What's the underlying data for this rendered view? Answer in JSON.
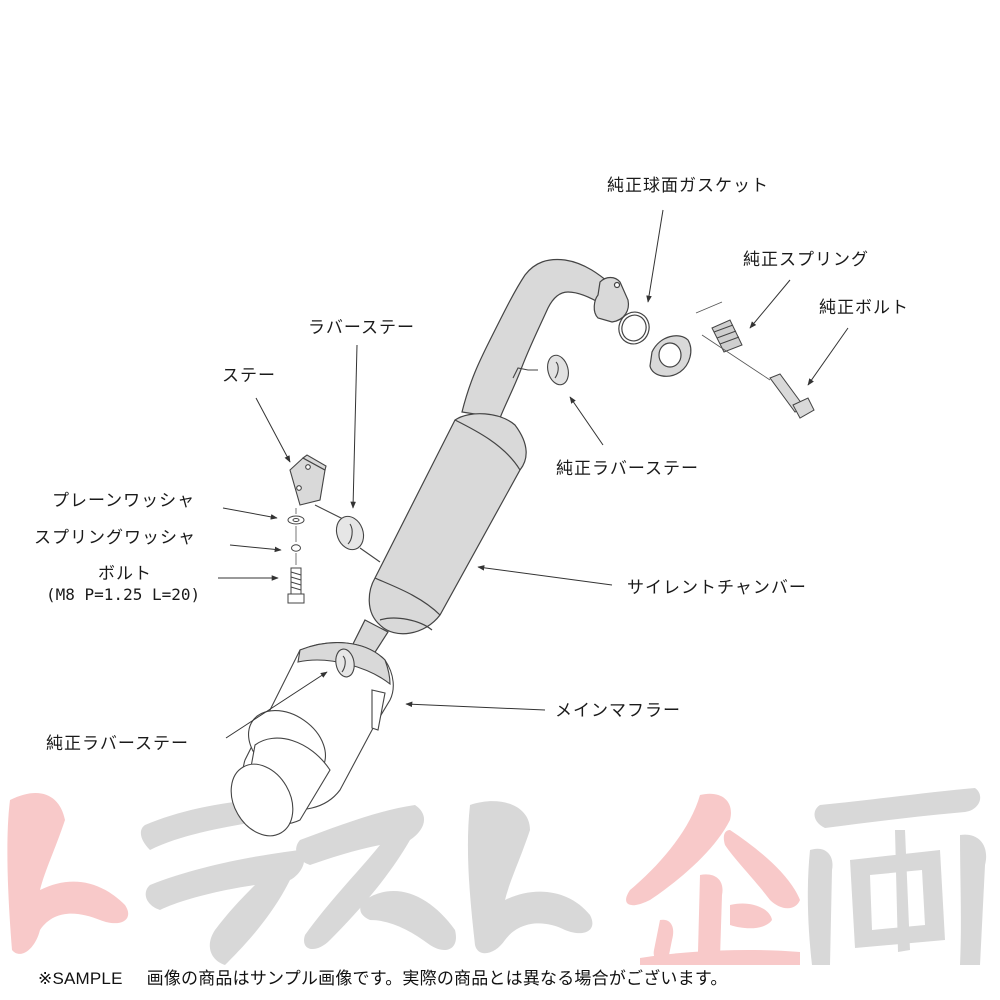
{
  "diagram": {
    "title": "Exhaust system exploded parts diagram",
    "colors": {
      "part_fill": "#d9d9d9",
      "line": "#333333",
      "watermark_red": "#f8c6c6",
      "watermark_gray": "#d6d6d6"
    },
    "labels": {
      "oem_spherical_gasket": "純正球面ガスケット",
      "oem_spring": "純正スプリング",
      "oem_bolt": "純正ボルト",
      "rubber_stay": "ラバーステー",
      "stay": "ステー",
      "oem_rubber_stay_upper": "純正ラバーステー",
      "plain_washer": "プレーンワッシャ",
      "spring_washer": "スプリングワッシャ",
      "bolt": "ボルト",
      "bolt_spec": "(M8 P=1.25 L=20)",
      "silent_chamber": "サイレントチャンバー",
      "main_muffler": "メインマフラー",
      "oem_rubber_stay_lower": "純正ラバーステー"
    }
  },
  "watermark": {
    "text": "トラスト企画"
  },
  "footer": {
    "sample_mark": "※SAMPLE",
    "disclaimer": "画像の商品はサンプル画像です。実際の商品とは異なる場合がございます。"
  }
}
